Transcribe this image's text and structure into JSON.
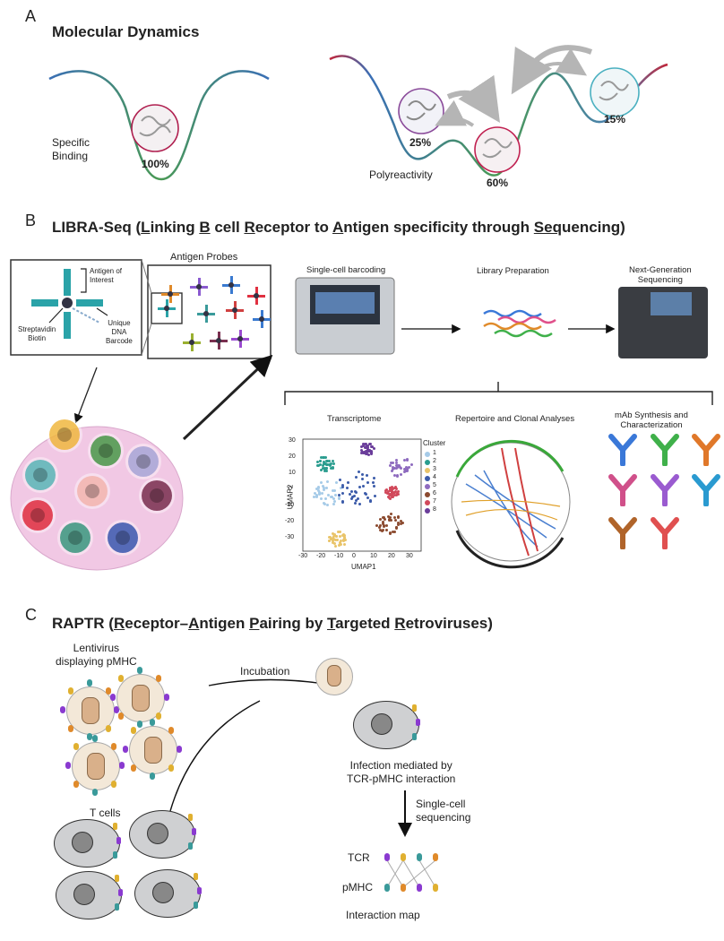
{
  "panel_a": {
    "letter": "A",
    "title": "Molecular Dynamics",
    "specific_binding_label": "Specific\nBinding",
    "specific_binding_pct": "100%",
    "polyreactivity_label": "Polyreactivity",
    "state_pcts": [
      "25%",
      "60%",
      "15%"
    ]
  },
  "panel_b": {
    "letter": "B",
    "title_segments": [
      {
        "text": "LIBRA-Seq (",
        "u": false
      },
      {
        "text": "L",
        "u": true
      },
      {
        "text": "inking ",
        "u": false
      },
      {
        "text": "B",
        "u": true
      },
      {
        "text": " cell ",
        "u": false
      },
      {
        "text": "R",
        "u": true
      },
      {
        "text": "eceptor to ",
        "u": false
      },
      {
        "text": "A",
        "u": true
      },
      {
        "text": "ntigen specificity through ",
        "u": false
      },
      {
        "text": "Seq",
        "u": true
      },
      {
        "text": "uencing)",
        "u": false
      }
    ],
    "antigen_probes": "Antigen Probes",
    "antigen_of_interest": "Antigen of\nInterest",
    "streptavidin_biotin": "Streptavidin\nBiotin",
    "unique_dna_barcode": "Unique\nDNA\nBarcode",
    "single_cell_barcoding": "Single-cell barcoding",
    "library_preparation": "Library Preparation",
    "next_gen_sequencing": "Next-Generation\nSequencing",
    "transcriptome": "Transcriptome",
    "repertoire": "Repertoire and Clonal Analyses",
    "mab_synthesis": "mAb Synthesis and\nCharacterization",
    "umap": {
      "xlabel": "UMAP1",
      "ylabel": "UMAP2",
      "xticks": [
        "-30",
        "-20",
        "-10",
        "0",
        "10",
        "20",
        "30"
      ],
      "yticks": [
        "30",
        "20",
        "10",
        "0",
        "-10",
        "-20",
        "-30"
      ],
      "legend_title": "Cluster",
      "clusters": [
        "1",
        "2",
        "3",
        "4",
        "5",
        "6",
        "7",
        "8"
      ],
      "cluster_colors": [
        "#a6cbe8",
        "#2a9d8f",
        "#e9c46a",
        "#3b5ba9",
        "#8e6bbf",
        "#8b4a2f",
        "#d1495b",
        "#6a3d9a"
      ]
    },
    "mab_colors": [
      "#3a78d8",
      "#3fb04a",
      "#e0782a",
      "#d0508a",
      "#9a5bd0",
      "#2a9ad0",
      "#b0642a",
      "#e05050"
    ]
  },
  "panel_c": {
    "letter": "C",
    "title_segments": [
      {
        "text": "RAPTR (",
        "u": false
      },
      {
        "text": "R",
        "u": true
      },
      {
        "text": "eceptor–",
        "u": false
      },
      {
        "text": "A",
        "u": true
      },
      {
        "text": "ntigen ",
        "u": false
      },
      {
        "text": "P",
        "u": true
      },
      {
        "text": "airing by ",
        "u": false
      },
      {
        "text": "T",
        "u": true
      },
      {
        "text": "argeted ",
        "u": false
      },
      {
        "text": "R",
        "u": true
      },
      {
        "text": "etroviruses)",
        "u": false
      }
    ],
    "lentivirus": "Lentivirus\ndisplaying pMHC",
    "incubation": "Incubation",
    "infection": "Infection mediated by\nTCR-pMHC interaction",
    "single_cell_seq": "Single-cell\nsequencing",
    "t_cells": "T cells",
    "tcr": "TCR",
    "pmhc": "pMHC",
    "interaction_map": "Interaction map"
  }
}
